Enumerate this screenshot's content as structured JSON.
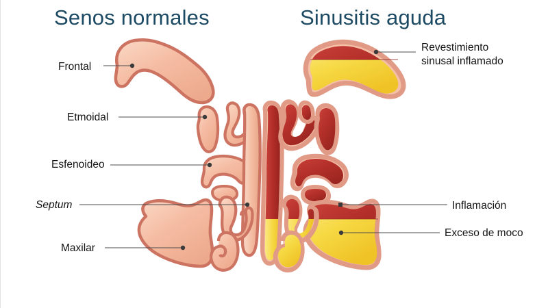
{
  "figure": {
    "background": "#ffffff",
    "title_color": "#1d4a63",
    "label_color": "#131313",
    "leader_color": "#4d4d4d"
  },
  "panels": {
    "left": {
      "title": "Senos normales",
      "tissue_fill_light": "#f6c3ac",
      "tissue_fill_dark": "#e8a78e",
      "tissue_stroke": "#c9705f"
    },
    "right": {
      "title": "Sinusitis aguda",
      "inflamed_fill": "#b5302a",
      "inflamed_fill_dark": "#9c2722",
      "mucus_fill": "#f6dc52",
      "mucus_fill_dark": "#eec632",
      "tissue_stroke": "#e09a85"
    }
  },
  "labels_left": [
    {
      "id": "frontal",
      "text": "Frontal",
      "style": "normal"
    },
    {
      "id": "etmoidal",
      "text": "Etmoidal",
      "style": "normal"
    },
    {
      "id": "esfenoideo",
      "text": "Esfenoideo",
      "style": "normal"
    },
    {
      "id": "septum",
      "text": "Septum",
      "style": "italic"
    },
    {
      "id": "maxilar",
      "text": "Maxilar",
      "style": "normal"
    }
  ],
  "labels_right": [
    {
      "id": "revestimiento",
      "line1": "Revestimiento",
      "line2": "sinusal inflamado"
    },
    {
      "id": "inflamacion",
      "text": "Inflamación"
    },
    {
      "id": "exceso",
      "text": "Exceso de moco"
    }
  ]
}
